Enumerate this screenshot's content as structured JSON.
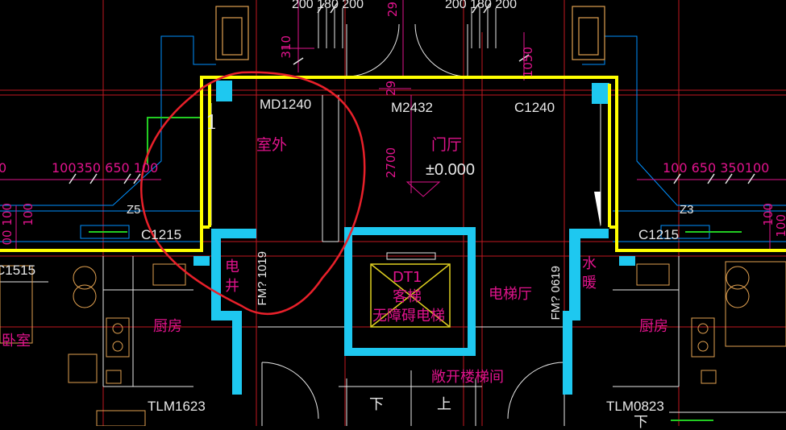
{
  "colors": {
    "background": "#000000",
    "wall_outline": "#ffff00",
    "column_fill": "#1ec8f0",
    "annotation": "#e0138c",
    "axis_line": "#e8202a",
    "markup_circle": "#e8202a",
    "linework": "#e8e8e8",
    "detail": "#00a0ff",
    "green": "#22cc22"
  },
  "top_dims": {
    "left": "200 180 200",
    "right": "200 180 200",
    "small_29": "29",
    "d310": "310",
    "d29": "29",
    "d1050": "1050"
  },
  "door_window_tags": {
    "md1240": "MD1240",
    "m2432": "M2432",
    "c1240": "C1240",
    "c1215_left": "C1215",
    "c1215_right": "C1215",
    "c1515": "C1515",
    "tlm1623": "TLM1623",
    "tlm0823": "TLM0823",
    "dt1": "DT1",
    "fm1019": "FM? 1019",
    "fm0619": "FM? 0619",
    "z5": "Z5",
    "z3": "Z3"
  },
  "rooms": {
    "outdoor": "室外",
    "foyer": "门厅",
    "elevation": "±0.000",
    "height_2700": "2700",
    "elec_well": "电\n井",
    "water_heat": "水\n暖",
    "kitchen_left": "厨房",
    "kitchen_right": "厨房",
    "bedroom": "卧室",
    "passenger_lift": "客梯",
    "accessible_lift": "无障碍电梯",
    "lift_hall": "电梯厅",
    "open_stair": "敞开楼梯间",
    "down": "下",
    "up": "上",
    "down_right": "下"
  },
  "side_dims": {
    "left_row": "100350 650  100",
    "right_row": "100  650 350100",
    "left_cut": "0",
    "v100": "100",
    "v100_b": "00 100",
    "v100_r": "100",
    "v100_r2": "100"
  },
  "markers": {
    "one": "1"
  }
}
